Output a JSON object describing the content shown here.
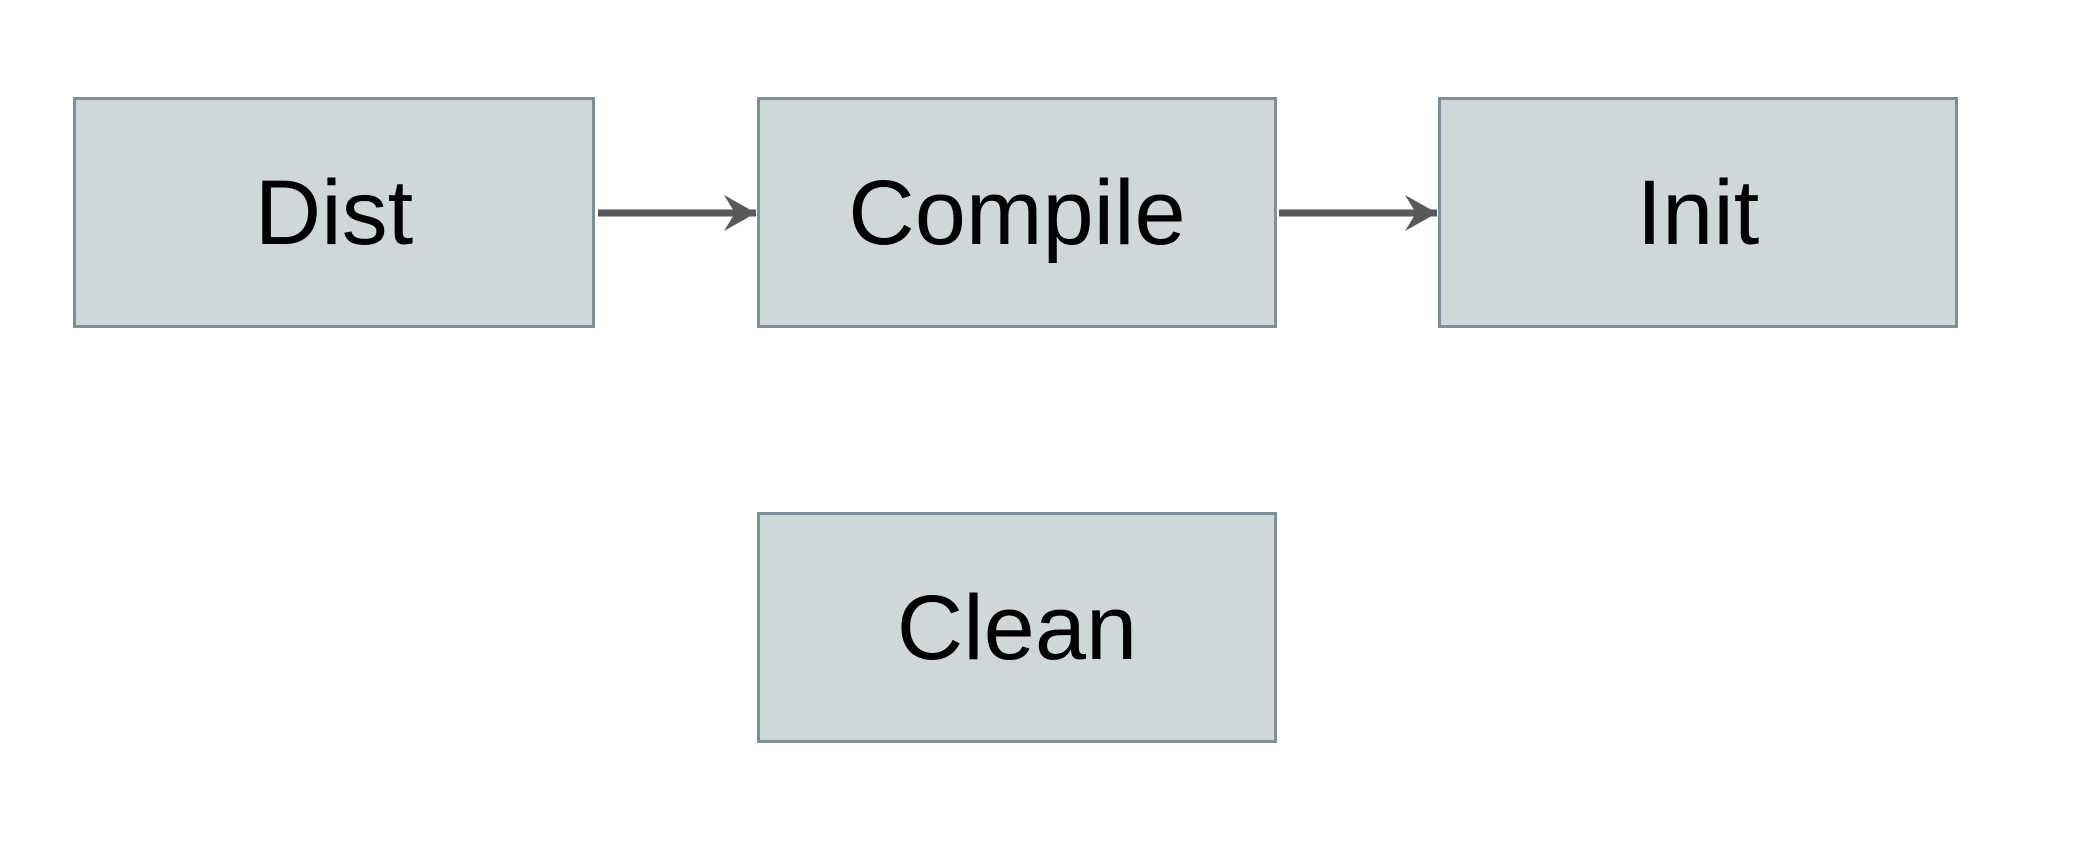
{
  "diagram": {
    "type": "flowchart",
    "nodes": [
      {
        "id": "dist",
        "label": "Dist"
      },
      {
        "id": "compile",
        "label": "Compile"
      },
      {
        "id": "init",
        "label": "Init"
      },
      {
        "id": "clean",
        "label": "Clean"
      }
    ],
    "edges": [
      {
        "from": "Dist",
        "to": "Compile",
        "style": "arrow"
      },
      {
        "from": "Compile",
        "to": "Init",
        "style": "arrow"
      }
    ]
  },
  "colors": {
    "background": "#ffffff",
    "node_fill": "#cfd7d9",
    "node_border": "#7c8f9a",
    "arrow": "#58595b",
    "text": "#000000"
  }
}
